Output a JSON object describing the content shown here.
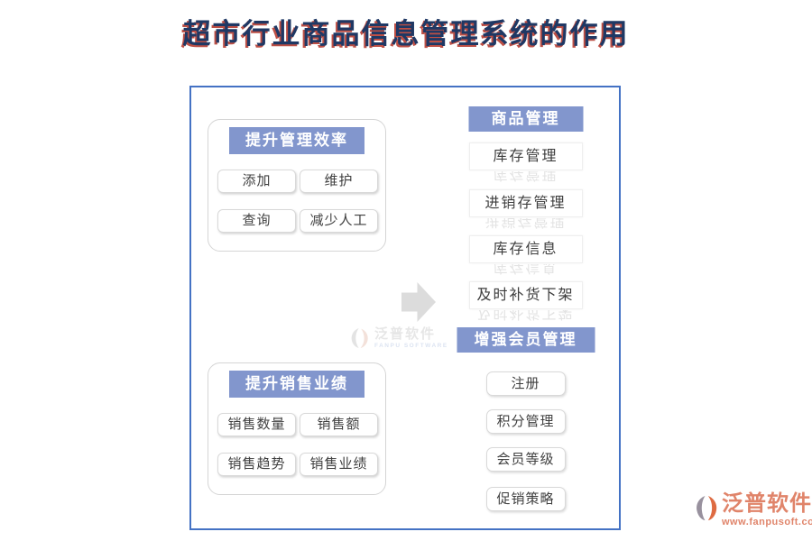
{
  "title": "超市行业商品信息管理系统的作用",
  "groups": {
    "efficiency": {
      "header": "提升管理效率",
      "items": [
        "添加",
        "维护",
        "查询",
        "减少人工"
      ]
    },
    "sales": {
      "header": "提升销售业绩",
      "items": [
        "销售数量",
        "销售额",
        "销售趋势",
        "销售业绩"
      ]
    },
    "product": {
      "header": "商品管理",
      "items": [
        "库存管理",
        "进销存管理",
        "库存信息",
        "及时补货下架"
      ]
    },
    "member": {
      "header": "增强会员管理",
      "items": [
        "注册",
        "积分管理",
        "会员等级",
        "促销策略"
      ]
    }
  },
  "watermark": {
    "name": "泛普软件",
    "subtitle": "FANPU SOFTWARE"
  },
  "footer": {
    "brand": "泛普软件",
    "website": "www.fanpusoft.com"
  },
  "colors": {
    "header_blue": "#8296CD",
    "outer_border_blue": "#4472C4",
    "title_navy": "#1F3864",
    "title_shadow_red": "#B23024",
    "brand_salmon": "#E0846A",
    "arrow_gray": "#DCDCDC"
  }
}
